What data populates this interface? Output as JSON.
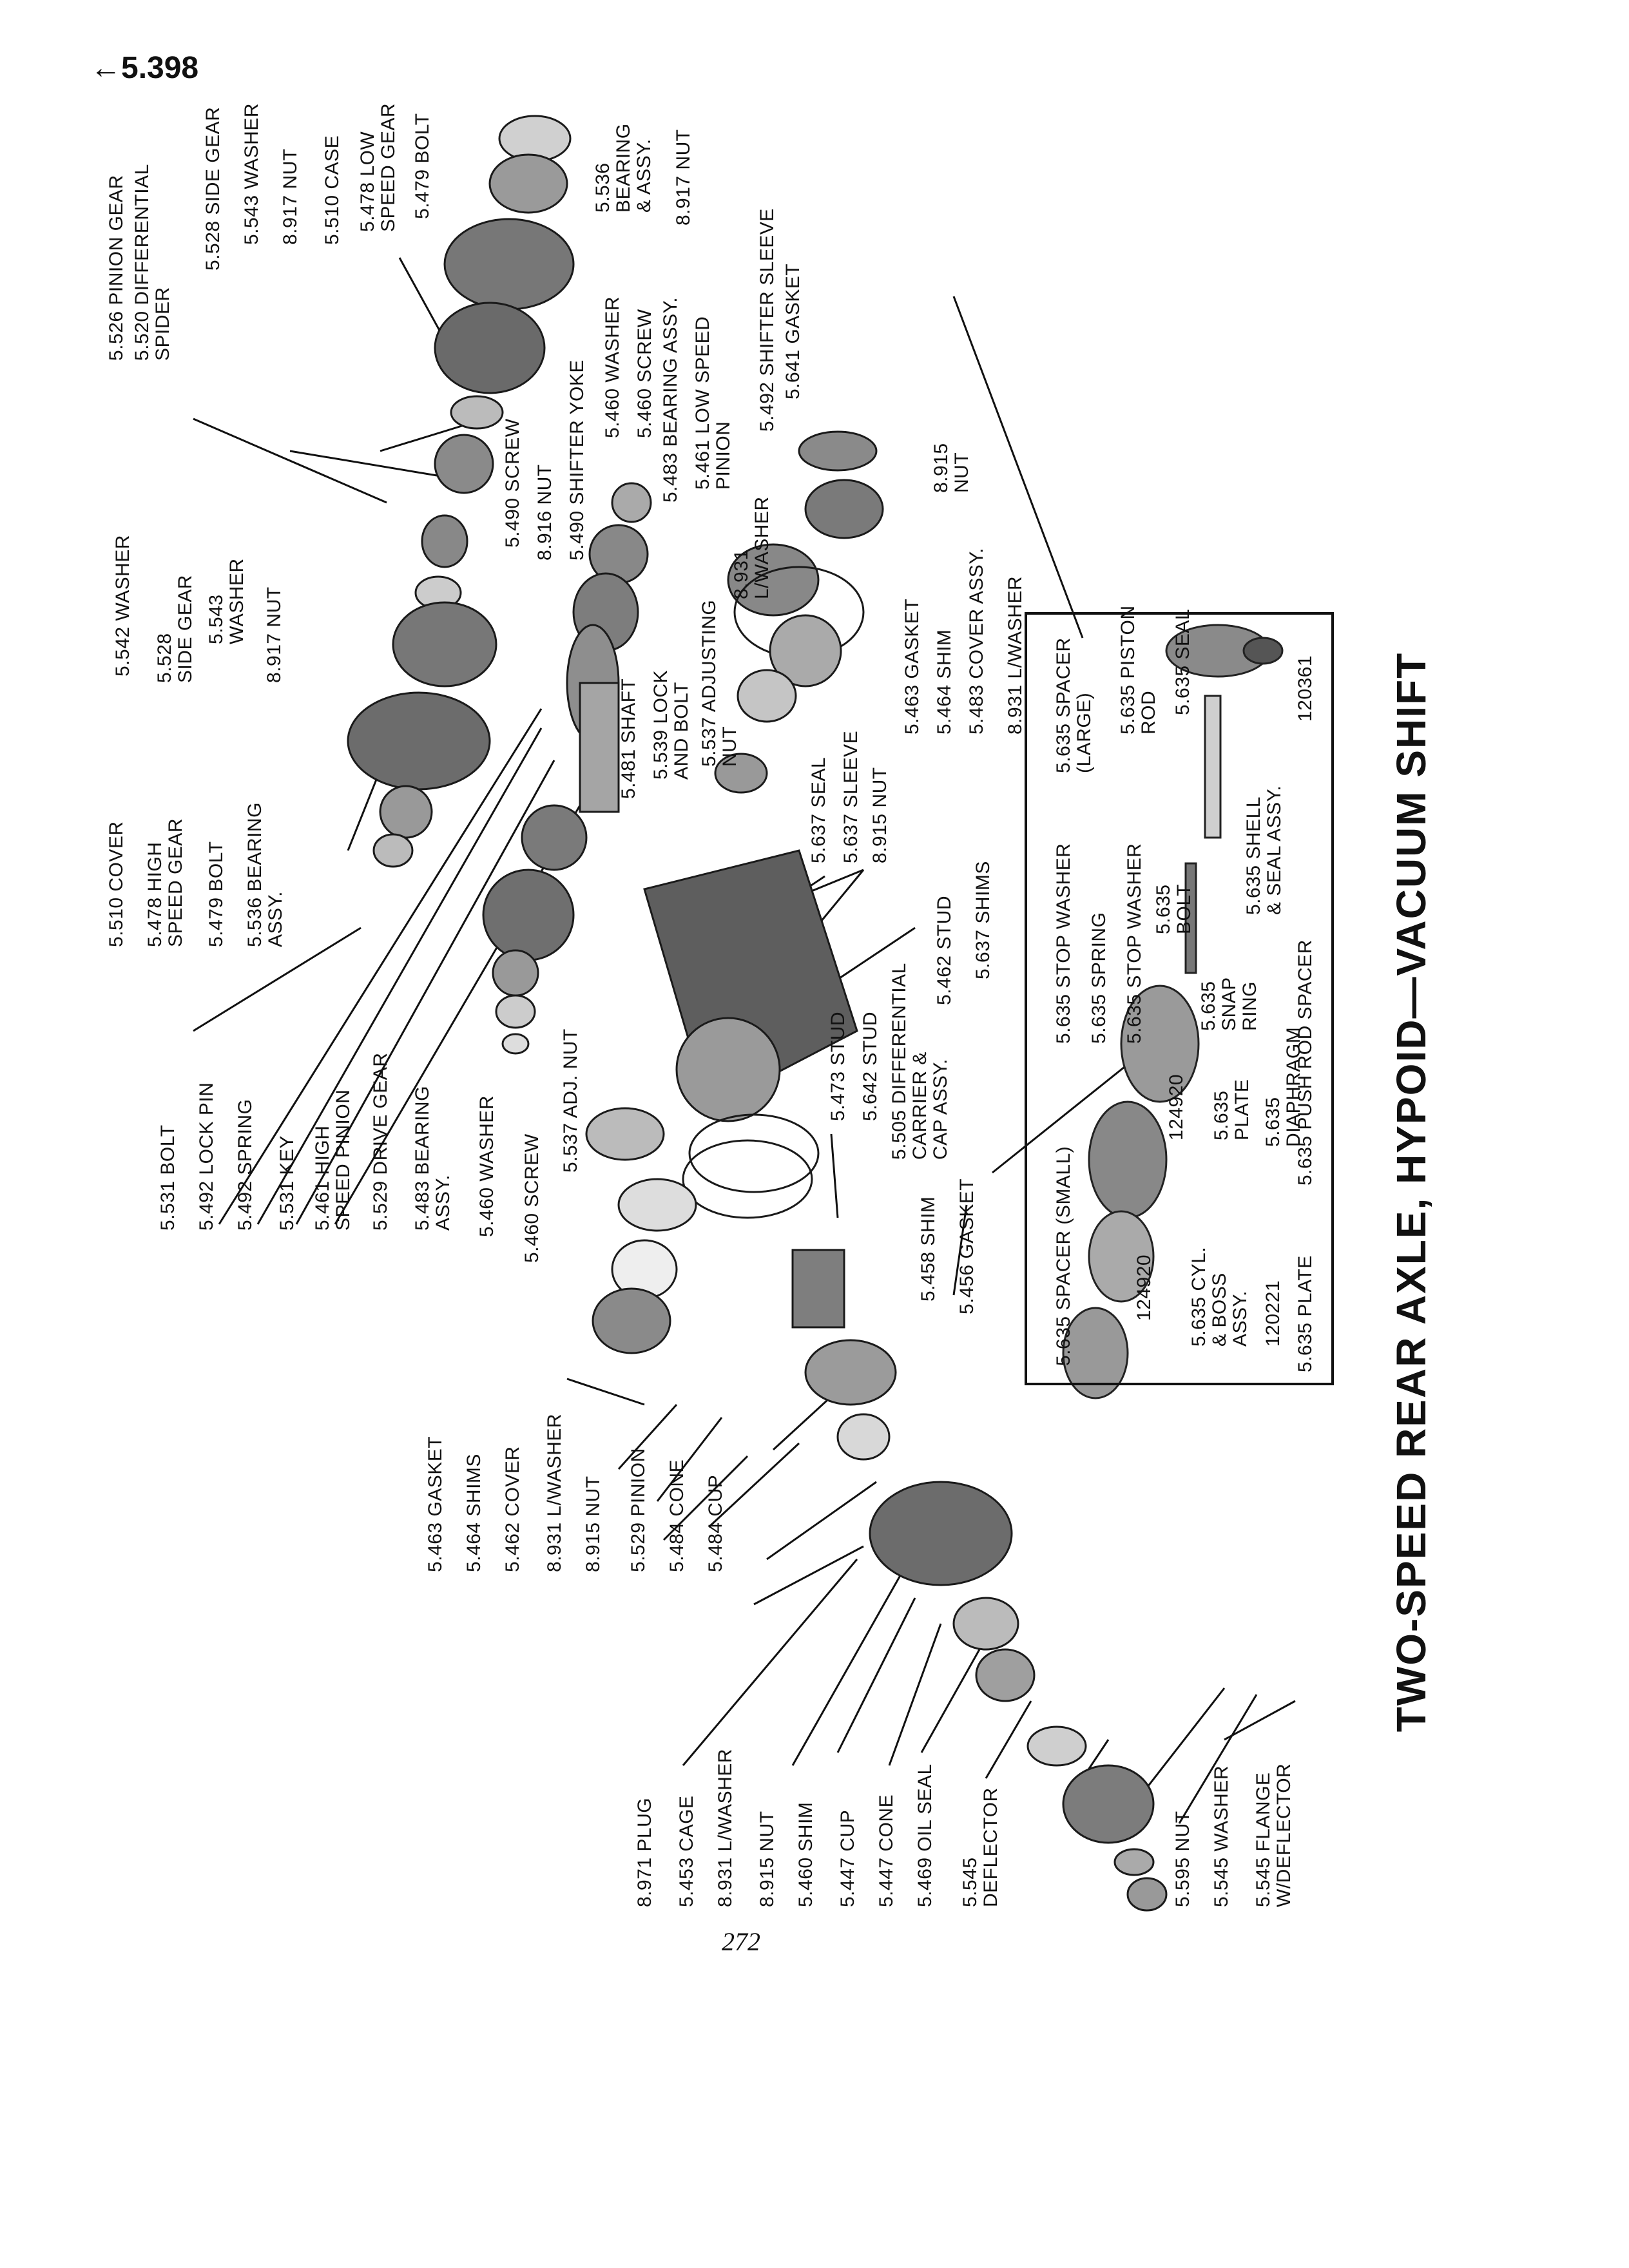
{
  "page": {
    "corner_ref": "←5.398",
    "page_number": "272",
    "title": "TWO-SPEED REAR AXLE, HYPOID—VACUUM SHIFT"
  },
  "labels": {
    "top": [
      "5.526 PINION GEAR",
      "5.520 DIFFERENTIAL\nSPIDER",
      "5.528 SIDE GEAR",
      "5.543 WASHER",
      "8.917 NUT",
      "5.510 CASE",
      "5.478 LOW\nSPEED GEAR",
      "5.479 BOLT",
      "5.536\nBEARING\n& ASSY.",
      "8.917 NUT",
      "5.460 WASHER",
      "5.460 SCREW",
      "5.483 BEARING ASSY.",
      "5.461 LOW SPEED\nPINION",
      "5.492 SHIFTER SLEEVE",
      "5.641 GASKET",
      "8.915\nNUT",
      "5.490 SCREW",
      "8.916 NUT",
      "5.490 SHIFTER YOKE",
      "8.931\nL/WASHER",
      "5.537 ADJUSTING\nNUT",
      "5.539 LOCK\nAND BOLT",
      "5.481 SHAFT"
    ],
    "mid": [
      "5.542 WASHER",
      "5.528\nSIDE GEAR",
      "5.543\nWASHER",
      "8.917 NUT",
      "5.510 COVER",
      "5.478 HIGH\nSPEED GEAR",
      "5.479 BOLT",
      "5.536 BEARING\nASSY.",
      "5.637 SEAL",
      "5.637 SLEEVE",
      "8.915 NUT",
      "5.463 GASKET",
      "5.464 SHIM",
      "5.483 COVER ASSY.",
      "8.931 L/WASHER",
      "5.462 STUD",
      "5.637 SHIMS",
      "5.505 DIFFERENTIAL\nCARRIER &\nCAP ASSY.",
      "5.642 STUD",
      "5.473 STUD"
    ],
    "left": [
      "5.531 BOLT",
      "5.492 LOCK PIN",
      "5.492 SPRING",
      "5.531 KEY",
      "5.461 HIGH\nSPEED PINION",
      "5.529 DRIVE GEAR",
      "5.483 BEARING\nASSY.",
      "5.460 WASHER",
      "5.460 SCREW",
      "5.537 ADJ. NUT",
      "5.458 SHIM",
      "5.456 GASKET"
    ],
    "lower": [
      "5.463 GASKET",
      "5.464 SHIMS",
      "5.462 COVER",
      "8.931 L/WASHER",
      "8.915 NUT",
      "5.529 PINION",
      "5.484 CONE",
      "5.484 CUP"
    ],
    "bottom": [
      "8.971 PLUG",
      "5.453 CAGE",
      "8.931 L/WASHER",
      "8.915 NUT",
      "5.460 SHIM",
      "5.447 CUP",
      "5.447 CONE",
      "5.469 OIL SEAL",
      "5.545\nDEFLECTOR",
      "5.595 NUT",
      "5.545 WASHER",
      "5.545 FLANGE\nW/DEFLECTOR"
    ],
    "inset": [
      "5.635 SPACER (SMALL)",
      "5.635 STOP WASHER",
      "5.635 SPRING",
      "5.635 STOP WASHER",
      "5.635\nBOLT",
      "5.635 SPACER\n(LARGE)",
      "5.635 PISTON\nROD",
      "5.635 SEAL",
      "5.635 SHELL\n& SEAL ASSY.",
      "120361",
      "5.635 PUSH ROD SPACER",
      "5.635\nSNAP\nRING",
      "124920",
      "5.635\nPLATE",
      "5.635\nDIAPHRAGM",
      "5.635 CYL.\n& BOSS\nASSY.",
      "124920",
      "120221",
      "5.635 PLATE"
    ]
  }
}
